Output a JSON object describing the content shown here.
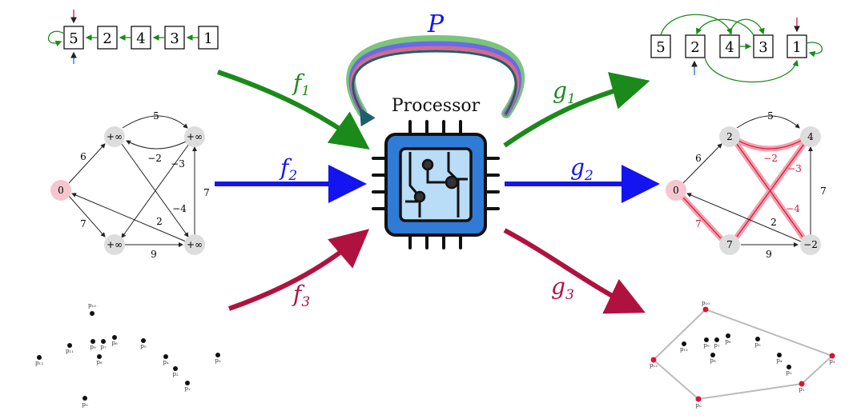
{
  "labels": {
    "processor": "Processor",
    "P": "P",
    "f1": "f",
    "f1_sub": "1",
    "f2": "f",
    "f2_sub": "2",
    "f3": "f",
    "f3_sub": "3",
    "g1": "g",
    "g1_sub": "1",
    "g2": "g",
    "g2_sub": "2",
    "g3": "g",
    "g3_sub": "3"
  },
  "colors": {
    "green": "#1a8a1a",
    "blue": "#1414f0",
    "crimson": "#b0123f",
    "teal": "#1f5f6b",
    "red": "#d8143a",
    "pink": "#f5c6cf",
    "gray": "#dddddd"
  },
  "list_in": {
    "items": [
      "5",
      "2",
      "4",
      "3",
      "1"
    ]
  },
  "list_out": {
    "items": [
      "5",
      "2",
      "4",
      "3",
      "1"
    ]
  },
  "graph_in": {
    "nodes": [
      "0",
      "+∞",
      "+∞",
      "+∞",
      "+∞"
    ],
    "edges": [
      "5",
      "6",
      "−2",
      "−3",
      "7",
      "−4",
      "2",
      "7",
      "9"
    ]
  },
  "graph_out": {
    "nodes": [
      "0",
      "2",
      "4",
      "7",
      "−2"
    ],
    "edges": [
      "5",
      "6",
      "−2",
      "−3",
      "7",
      "−4",
      "2",
      "7",
      "9"
    ]
  },
  "points_in": {
    "labels": [
      "p₁₀",
      "p₁₁",
      "p₉",
      "p₇",
      "p₆",
      "p₈",
      "p₅",
      "p₁₂",
      "p₄",
      "p₃",
      "p₂",
      "p₁",
      "p₀"
    ]
  },
  "points_out": {
    "labels": [
      "p₁₀",
      "p₁₁",
      "p₉",
      "p₇",
      "p₆",
      "p₈",
      "p₅",
      "p₁₂",
      "p₄",
      "p₃",
      "p₂",
      "p₁",
      "p₀"
    ]
  }
}
